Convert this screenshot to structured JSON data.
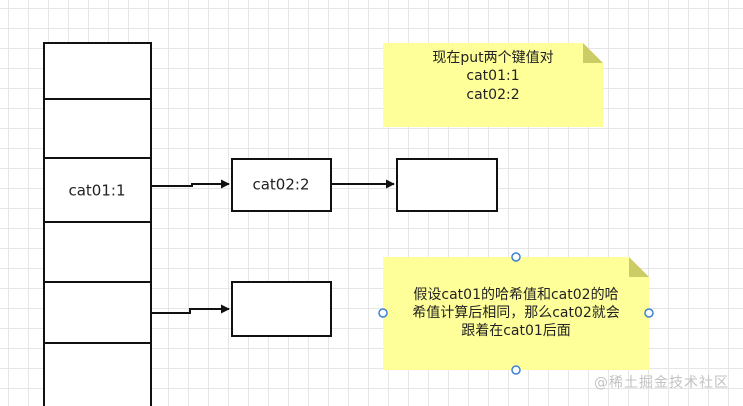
{
  "table": {
    "slot_labels": [
      "",
      "",
      "cat01:1",
      "",
      "",
      ""
    ]
  },
  "nodes": {
    "node1_label": "cat02:2",
    "node2_label": "",
    "node3_label": ""
  },
  "note_top": {
    "lines": [
      "现在put两个键值对",
      "cat01:1",
      "cat02:2"
    ]
  },
  "note_bottom": {
    "lines": [
      "假设cat01的哈希值和cat02的哈",
      "希值计算后相同，那么cat02就会",
      "跟着在cat01后面"
    ]
  },
  "watermark": "@稀土掘金技术社区",
  "colors": {
    "stroke": "#111111",
    "note_fill": "#ffff99",
    "note_fold": "#cccc66",
    "handle": "#3c82d7"
  }
}
